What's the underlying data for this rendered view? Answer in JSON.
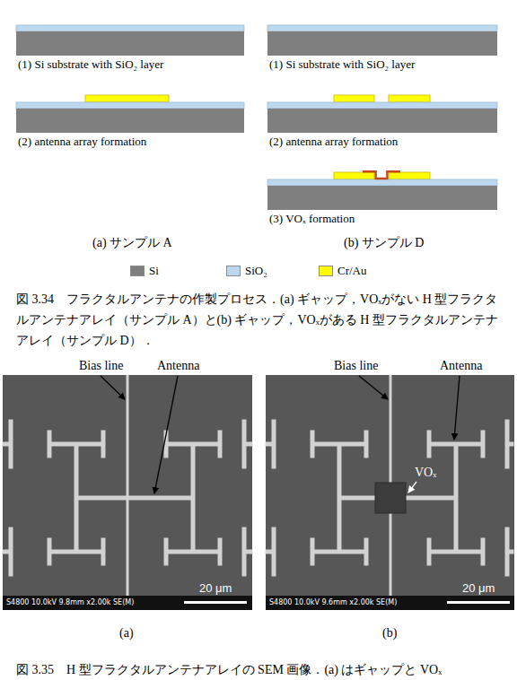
{
  "diagram": {
    "labels": [
      "(1) Si substrate with SiO₂ layer",
      "(1) Si substrate with SiO₂ layer",
      "(2) antenna array formation",
      "(2) antenna array formation",
      "(3) VOₓ formation",
      "(a)  サンプル A",
      "(b)  サンプル D",
      "図 3.34　フラクタルアンテナの作製プロセス．(a) ギャップ，VOₓがない H 型フラクタルアンテナアレイ（サンプル A）と(b) ギャップ，VOₓがある H 型フラクタルアンテナアレイ（サンプル D）．",
      "Bias line",
      "Antenna",
      "Bias line",
      "Antenna",
      "VOₓ",
      "S4800 10.0kV 9.8mm x2.00k SE(M)",
      "20 μm",
      "S4800 10.0kV 9.6mm x2.00k SE(M)",
      "20 μm",
      "(a)",
      "(b)",
      "図 3.35　H 型フラクタルアンテナアレイの SEM 画像．(a) はギャップと VOₓ"
    ],
    "legend": [
      {
        "text": "Si",
        "color": "#7f7f7f"
      },
      {
        "text": "SiO₂",
        "color": "#bdd7ee"
      },
      {
        "text": "Cr/Au",
        "color": "#ffff00"
      }
    ]
  }
}
